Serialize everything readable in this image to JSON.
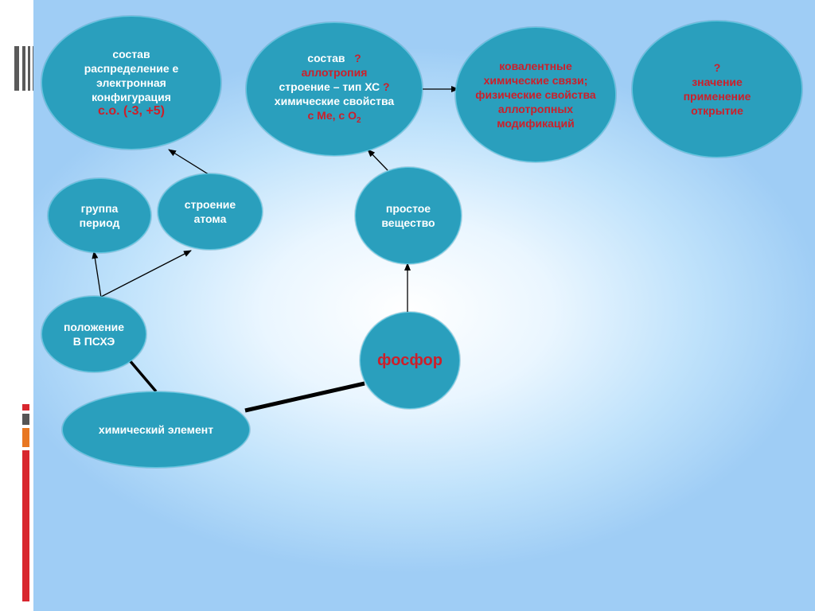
{
  "nodes": {
    "sostav": {
      "line1": "состав",
      "line2": "распределение е",
      "line3": "электронная",
      "line4": "конфигурация",
      "line5": "с.о.  (-3, +5)"
    },
    "allotropy": {
      "line1_text": "состав",
      "line1_q": "?",
      "line2": "аллотропия",
      "line3_text": "строение –  тип ХС",
      "line3_q": "?",
      "line4": "химические свойства",
      "line5_text": "с Ме, с О",
      "line5_sub": "2"
    },
    "covalent": {
      "line1": "ковалентные",
      "line2": "химические связи;",
      "line3": "физические свойства",
      "line4": "аллотропных",
      "line5": "модификаций"
    },
    "question": {
      "line1": "?",
      "line2": "значение",
      "line3": "применение",
      "line4": "открытие"
    },
    "group": {
      "line1": "группа",
      "line2": "период"
    },
    "atom": {
      "line1": "строение",
      "line2": "атома"
    },
    "simple": {
      "line1": "простое",
      "line2": "вещество"
    },
    "position": {
      "line1": "положение",
      "line2": "В ПСХЭ"
    },
    "phosphorus": {
      "label": "фосфор"
    },
    "element": {
      "label": "химический элемент"
    }
  },
  "colors": {
    "node_fill": "#2a9fbd",
    "node_text": "#ffffff",
    "accent_red": "#cc1f2a",
    "arrow": "#000000"
  }
}
